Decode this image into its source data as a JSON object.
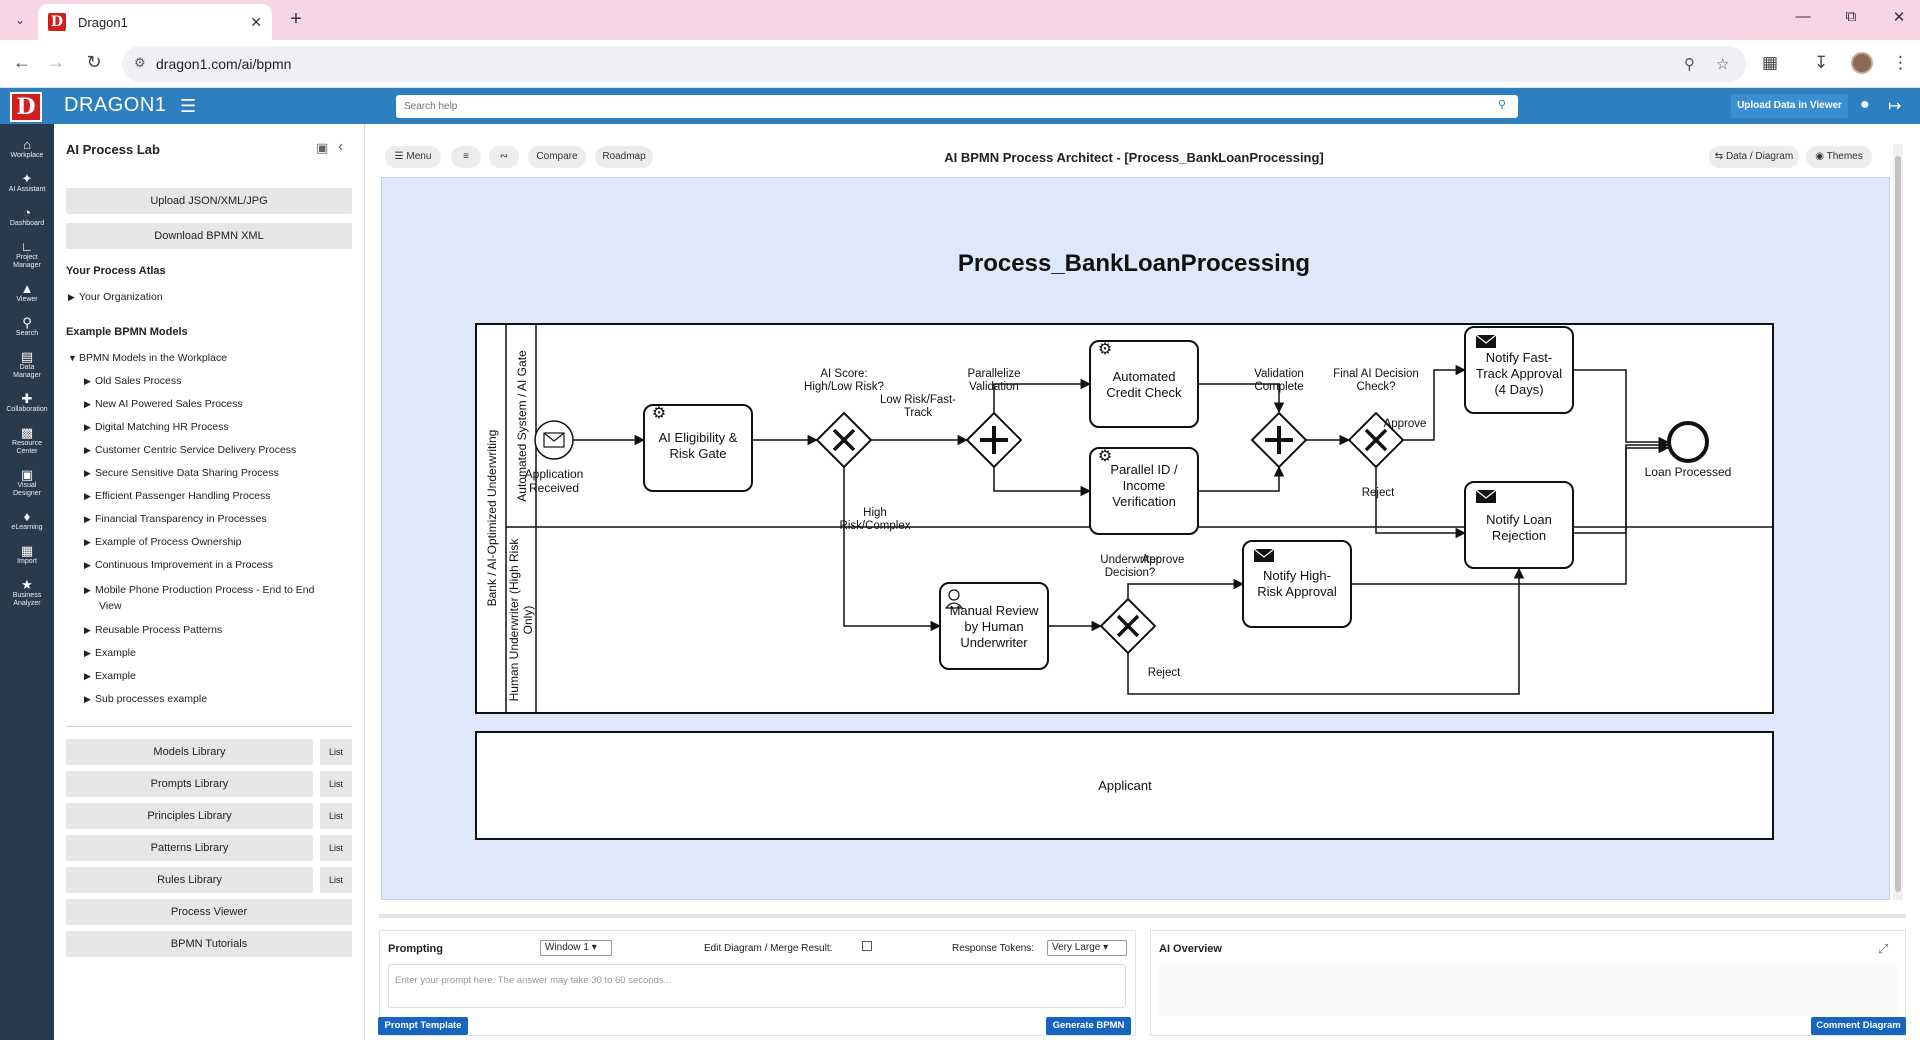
{
  "browser": {
    "tab_title": "Dragon1",
    "tab_favicon": "D",
    "url": "dragon1.com/ai/bpmn"
  },
  "header": {
    "logo_letter": "D",
    "brand": "DRAGON1",
    "search_placeholder": "Search help",
    "upload_viewer": "Upload Data in Viewer"
  },
  "rail": {
    "items": [
      {
        "icon": "workplace-icon",
        "label": "Workplace"
      },
      {
        "icon": "ai-assistant-icon",
        "label": "AI Assistant"
      },
      {
        "icon": "dashboard-icon",
        "label": "Dashboard"
      },
      {
        "icon": "project-manager-icon",
        "label": "Project Manager"
      },
      {
        "icon": "viewer-icon",
        "label": "Viewer"
      },
      {
        "icon": "search-icon",
        "label": "Search"
      },
      {
        "icon": "data-manager-icon",
        "label": "Data Manager"
      },
      {
        "icon": "collaboration-icon",
        "label": "Collaboration"
      },
      {
        "icon": "resource-center-icon",
        "label": "Resource Center"
      },
      {
        "icon": "visual-designer-icon",
        "label": "Visual Designer"
      },
      {
        "icon": "elearning-icon",
        "label": "eLearning"
      },
      {
        "icon": "import-icon",
        "label": "Import"
      },
      {
        "icon": "business-analyzer-icon",
        "label": "Business Analyzer"
      }
    ]
  },
  "sidebar": {
    "title": "AI Process Lab",
    "upload_btn": "Upload JSON/XML/JPG",
    "download_btn": "Download BPMN XML",
    "atlas_heading": "Your Process Atlas",
    "atlas_item": "Your Organization",
    "examples_heading": "Example BPMN Models",
    "examples_root": "BPMN Models in the Workplace",
    "examples": [
      "Old Sales Process",
      "New AI Powered Sales Process",
      "Digital Matching HR Process",
      "Customer Centric Service Delivery Process",
      "Secure Sensitive Data Sharing Process",
      "Efficient Passenger Handling Process",
      "Financial Transparency in Processes",
      "Example of Process Ownership",
      "Continuous Improvement in a Process",
      "Mobile Phone Production Process - End to End",
      "View",
      "Reusable Process Patterns",
      "Example",
      "Example",
      "Sub processes example"
    ],
    "libraries": [
      "Models Library",
      "Prompts Library",
      "Principles Library",
      "Patterns Library",
      "Rules Library"
    ],
    "list_label": "List",
    "process_viewer": "Process Viewer",
    "bpmn_tutorials": "BPMN Tutorials"
  },
  "toolbar": {
    "menu": "Menu",
    "compare": "Compare",
    "roadmap": "Roadmap",
    "title": "AI BPMN Process Architect - [Process_BankLoanProcessing]",
    "data_diagram": "Data / Diagram",
    "themes": "Themes"
  },
  "diagram": {
    "title": "Process_BankLoanProcessing",
    "pool_label": "Bank / AI-Optimized Underwriting",
    "lane1_label": "Automated System / AI Gate",
    "lane2_label_line1": "Human Underwriter (High Risk",
    "lane2_label_line2": "Only)",
    "applicant_pool": "Applicant",
    "start_event": {
      "line1": "Application",
      "line2": "Received"
    },
    "task_eligibility": {
      "line1": "AI Eligibility &",
      "line2": "Risk Gate"
    },
    "gateway_ai_score": {
      "line1": "AI Score:",
      "line2": "High/Low Risk?"
    },
    "flow_low_risk": {
      "line1": "Low Risk/Fast-",
      "line2": "Track"
    },
    "flow_high_risk": {
      "line1": "High",
      "line2": "Risk/Complex"
    },
    "gateway_parallelize": {
      "line1": "Parallelize",
      "line2": "Validation"
    },
    "task_credit": {
      "line1": "Automated",
      "line2": "Credit Check"
    },
    "task_parallel_id": {
      "line1": "Parallel ID /",
      "line2": "Income",
      "line3": "Verification"
    },
    "gateway_validation": {
      "line1": "Validation",
      "line2": "Complete"
    },
    "gateway_final": {
      "line1": "Final AI Decision",
      "line2": "Check?"
    },
    "flow_approve": "Approve",
    "flow_reject": "Reject",
    "task_fast_track": {
      "line1": "Notify Fast-",
      "line2": "Track Approval",
      "line3": "(4 Days)"
    },
    "task_rejection": {
      "line1": "Notify Loan",
      "line2": "Rejection"
    },
    "end_event": "Loan Processed",
    "task_manual": {
      "line1": "Manual Review",
      "line2": "by Human",
      "line3": "Underwriter"
    },
    "gateway_underwriter": {
      "line1": "Underwriter",
      "line2": "Decision?"
    },
    "flow_uw_approve": "Approve",
    "flow_uw_reject": "Reject",
    "task_high_risk": {
      "line1": "Notify High-",
      "line2": "Risk Approval"
    }
  },
  "prompting": {
    "title": "Prompting",
    "window_select": "Window 1",
    "edit_merge_label": "Edit Diagram / Merge Result:",
    "tokens_label": "Response Tokens:",
    "tokens_select": "Very Large",
    "placeholder": "Enter your prompt here. The answer may take 30 to 60 seconds...",
    "template_btn": "Prompt Template",
    "generate_btn": "Generate BPMN"
  },
  "overview": {
    "title": "AI Overview",
    "comment_btn": "Comment Diagram"
  }
}
